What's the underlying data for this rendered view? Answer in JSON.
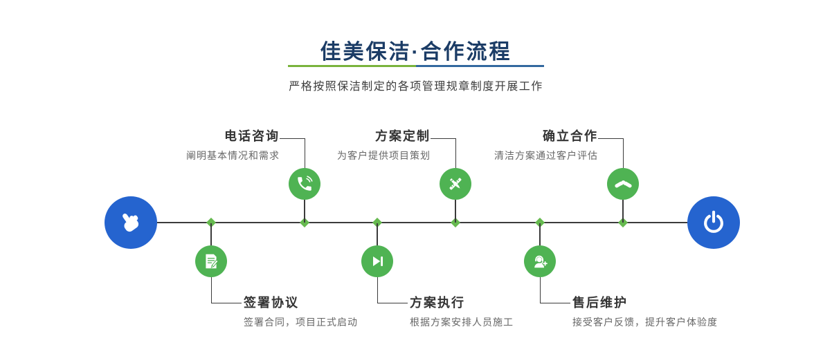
{
  "header": {
    "title": "佳美保洁·合作流程",
    "subtitle": "严格按照保洁制定的各项管理规章制度开展工作"
  },
  "colors": {
    "title_color": "#1b3c66",
    "accent_green": "#4fb353",
    "accent_blue": "#2564cf",
    "divider_green": "#7ab33c",
    "divider_blue": "#33689f",
    "line_color": "#3b3b3b"
  },
  "timeline": {
    "start_icon": "pointer-hand-icon",
    "end_icon": "power-icon"
  },
  "steps_top": [
    {
      "label": "电话咨询",
      "desc": "阐明基本情况和需求",
      "icon": "phone-icon"
    },
    {
      "label": "方案定制",
      "desc": "为客户提供项目策划",
      "icon": "design-icon"
    },
    {
      "label": "确立合作",
      "desc": "清洁方案通过客户评估",
      "icon": "handshake-icon"
    }
  ],
  "steps_bottom": [
    {
      "label": "签署协议",
      "desc": "签署合同，项目正式启动",
      "icon": "contract-icon"
    },
    {
      "label": "方案执行",
      "desc": "根据方案安排人员施工",
      "icon": "execute-icon"
    },
    {
      "label": "售后维护",
      "desc": "接受客户反馈，提升客户体验度",
      "icon": "support-icon"
    }
  ]
}
